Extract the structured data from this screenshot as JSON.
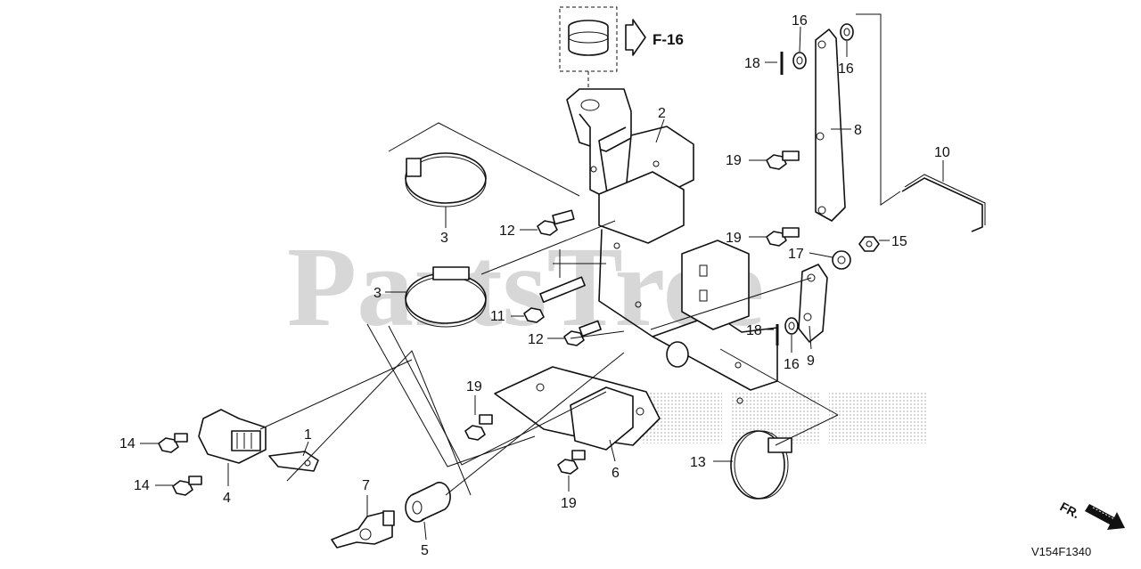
{
  "watermark": {
    "brand": "PartsTree"
  },
  "reference": {
    "label": "F-16"
  },
  "diagram_code": "V154F1340",
  "direction": {
    "label": "FR."
  },
  "callouts": {
    "c1": "1",
    "c2": "2",
    "c3a": "3",
    "c3b": "3",
    "c4": "4",
    "c5": "5",
    "c6": "6",
    "c7": "7",
    "c8": "8",
    "c9": "9",
    "c10": "10",
    "c11": "11",
    "c12a": "12",
    "c12b": "12",
    "c13": "13",
    "c14a": "14",
    "c14b": "14",
    "c15": "15",
    "c16a": "16",
    "c16b": "16",
    "c16c": "16",
    "c17": "17",
    "c18a": "18",
    "c18b": "18",
    "c19a": "19",
    "c19b": "19",
    "c19c": "19",
    "c19d": "19"
  }
}
